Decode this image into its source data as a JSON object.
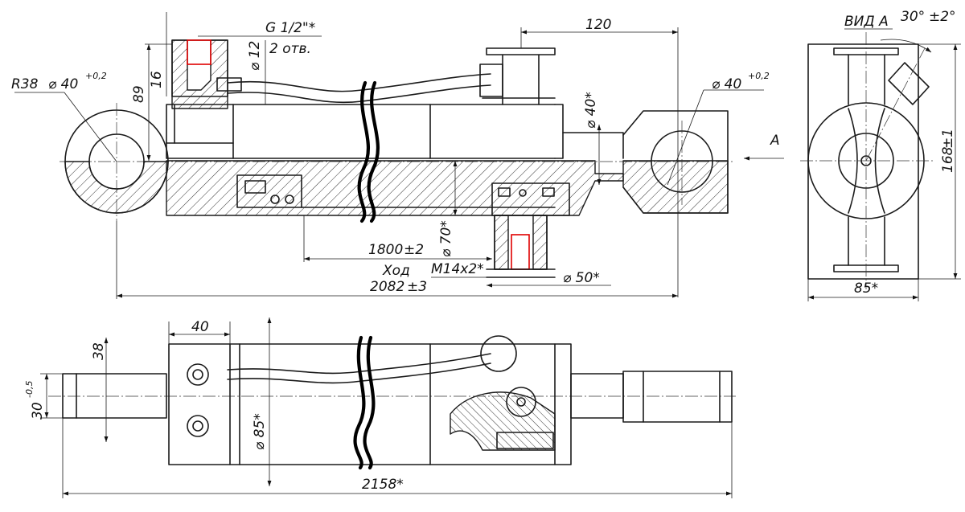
{
  "drawing": {
    "view_label": "ВИД А",
    "arrow_label": "A",
    "dims": {
      "stroke_length": "1800",
      "stroke_tol": "±2",
      "stroke_word": "Ход",
      "closed_length": "2082",
      "closed_tol": "±3",
      "total_length": "2158*",
      "port_thread": "G 1/2\"*",
      "port_count": "2 отв.",
      "radius_eye": "R38",
      "eye_bore": "⌀ 40",
      "eye_bore_tol": "+0,2",
      "rod_eye_bore": "⌀ 40",
      "rod_eye_bore_tol": "+0,2",
      "rod_dia": "⌀ 40*",
      "bore_dia": "⌀ 70*",
      "port_dia": "⌀ 12",
      "dim_120": "120",
      "dim_89": "89",
      "dim_16": "16",
      "fitting_thread": "M14x2*",
      "fitting_dia": "⌀ 50*",
      "angle": "30°",
      "angle_tol": "±2°",
      "height_view": "168",
      "height_tol": "±1",
      "width_view": "85*",
      "dim_40": "40",
      "dim_38": "38",
      "dim_30": "30",
      "dim_30_tol": "-0,5",
      "tube_dia": "⌀ 85*"
    }
  }
}
